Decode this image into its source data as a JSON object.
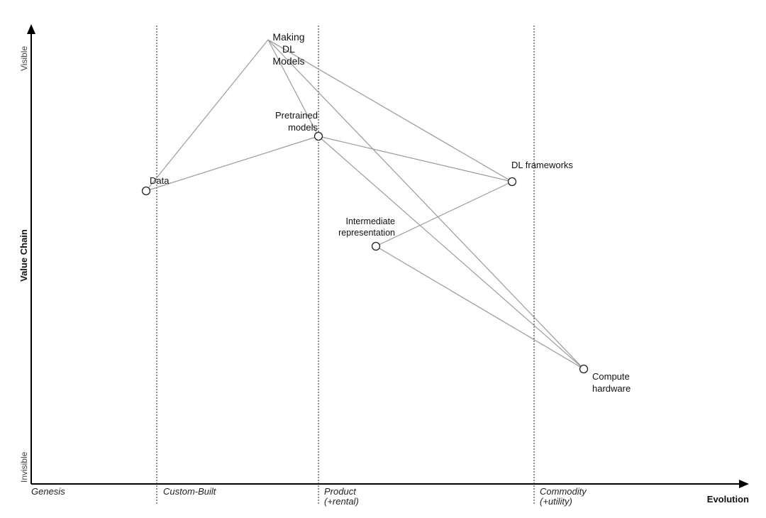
{
  "axes": {
    "y_title": "Value Chain",
    "y_top": "Visible",
    "y_bottom": "Invisible",
    "x_title": "Evolution"
  },
  "stages": [
    {
      "label": [
        "Genesis"
      ]
    },
    {
      "label": [
        "Custom-Built"
      ]
    },
    {
      "label": [
        "Product",
        "(+rental)"
      ]
    },
    {
      "label": [
        "Commodity",
        "(+utility)"
      ]
    }
  ],
  "components": [
    {
      "id": "making",
      "label": [
        "Making",
        "DL",
        "Models"
      ],
      "marker": false
    },
    {
      "id": "pretrained",
      "label": [
        "Pretrained",
        "models"
      ],
      "marker": true
    },
    {
      "id": "data",
      "label": [
        "Data"
      ],
      "marker": true
    },
    {
      "id": "dlframeworks",
      "label": [
        "DL frameworks"
      ],
      "marker": true
    },
    {
      "id": "ir",
      "label": [
        "Intermediate",
        "representation"
      ],
      "marker": true
    },
    {
      "id": "compute",
      "label": [
        "Compute",
        "hardware"
      ],
      "marker": true
    }
  ],
  "links": [
    [
      "making",
      "data"
    ],
    [
      "making",
      "pretrained"
    ],
    [
      "making",
      "dlframeworks"
    ],
    [
      "making",
      "compute"
    ],
    [
      "data",
      "pretrained"
    ],
    [
      "pretrained",
      "dlframeworks"
    ],
    [
      "pretrained",
      "compute"
    ],
    [
      "dlframeworks",
      "ir"
    ],
    [
      "ir",
      "compute"
    ]
  ]
}
